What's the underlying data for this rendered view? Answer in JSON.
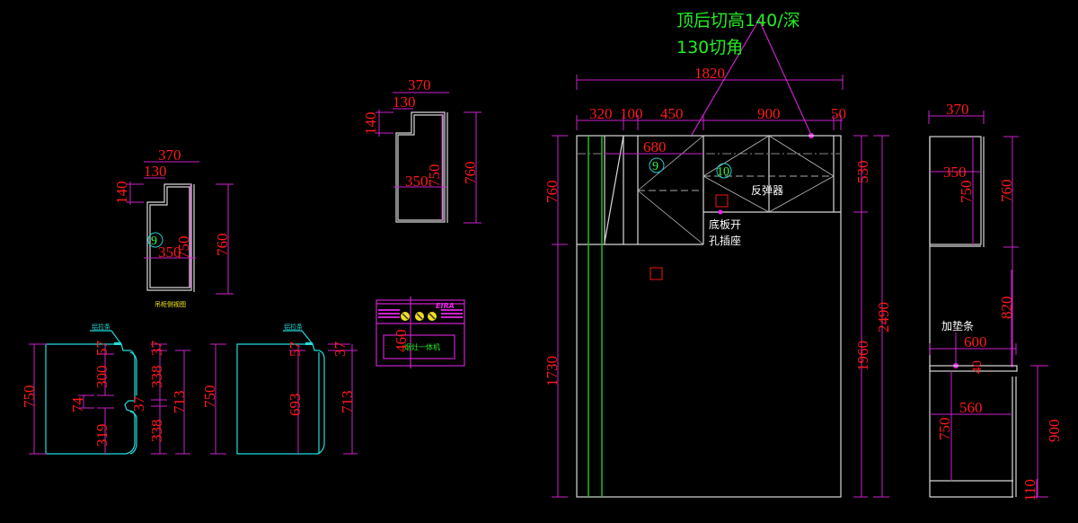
{
  "drawing": {
    "colors": {
      "background": "#000000",
      "dimension_text": "#ff1a1a",
      "dimension_line": "#cc22cc",
      "outline": "#d8d8d8",
      "profile": "#22dddd",
      "note_green": "#22ee22",
      "note_white": "#ffffff"
    },
    "notes": {
      "top_cut_line1": "顶后切高140/深",
      "top_cut_line2": "130切角",
      "reflector": "反弹器",
      "socket_line1": "底板开",
      "socket_line2": "孔插座",
      "spacer": "加垫条",
      "side_view_caption": "吊柜侧视图",
      "seal_strip_1": "铝拉条",
      "seal_strip_2": "铝拉条",
      "appliance_brand": "EIRA",
      "appliance_caption": "烟灶一体机"
    },
    "tags": {
      "tag_9": "9",
      "tag_10": "10",
      "tag_9_side": "9"
    },
    "side_view_small": {
      "width_total": "370",
      "notch_width": "130",
      "notch_height": "140",
      "inner_depth": "350",
      "inner_height": "750",
      "total_height": "760"
    },
    "side_view_top": {
      "width_total": "370",
      "notch_width": "130",
      "notch_height": "140",
      "inner_depth": "350",
      "inner_height": "750",
      "total_height": "760"
    },
    "appliance": {
      "dimension": "460"
    },
    "door_profile_a": {
      "total_height": "750",
      "top_gap": "57",
      "upper_panel": "300",
      "groove": "74",
      "lower_panel": "319",
      "top_offset": "37",
      "upper_leaf": "338",
      "mid_gap": "37",
      "lower_leaf": "338",
      "leaf_total": "713"
    },
    "door_profile_b": {
      "total_height": "750",
      "top_gap": "57",
      "panel": "693",
      "top_offset": "37",
      "leaf_total": "713"
    },
    "front_elevation": {
      "overall_width": "1820",
      "segments": [
        "320",
        "100",
        "450",
        "900",
        "50"
      ],
      "inner_width": "680",
      "upper_height": "760",
      "lower_height": "1730",
      "reflector_height": "530",
      "body_height": "1960",
      "total_height": "2490"
    },
    "right_section": {
      "upper_width": "370",
      "upper_inner": "350",
      "upper_inner_height": "750",
      "upper_height": "760",
      "gap_height": "820",
      "counter_width": "600",
      "counter_thickness": "40",
      "base_width": "560",
      "base_inner_height": "750",
      "plinth": "110",
      "base_height": "900"
    }
  }
}
